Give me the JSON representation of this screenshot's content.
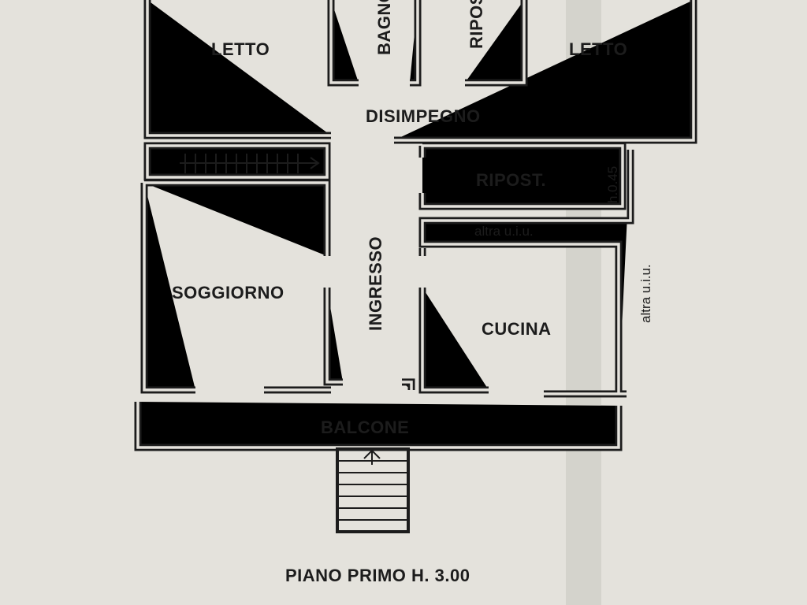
{
  "rooms": {
    "letto_left": "LETTO",
    "bagno": "BAGNO",
    "ripost_top": "RIPOST.",
    "letto_right": "LETTO",
    "disimpegno": "DISIMPEGNO",
    "ripost": "RIPOST.",
    "height_note": "h.0.45",
    "altra_uiu_1": "altra u.i.u.",
    "altra_uiu_2": "altra u.i.u.",
    "soggiorno": "SOGGIORNO",
    "ingresso": "INGRESSO",
    "cucina": "CUCINA",
    "balcone": "BALCONE"
  },
  "caption": "PIANO PRIMO H. 3.00",
  "colors": {
    "paper": "#e4e2dc",
    "ink": "#1c1c1c"
  }
}
